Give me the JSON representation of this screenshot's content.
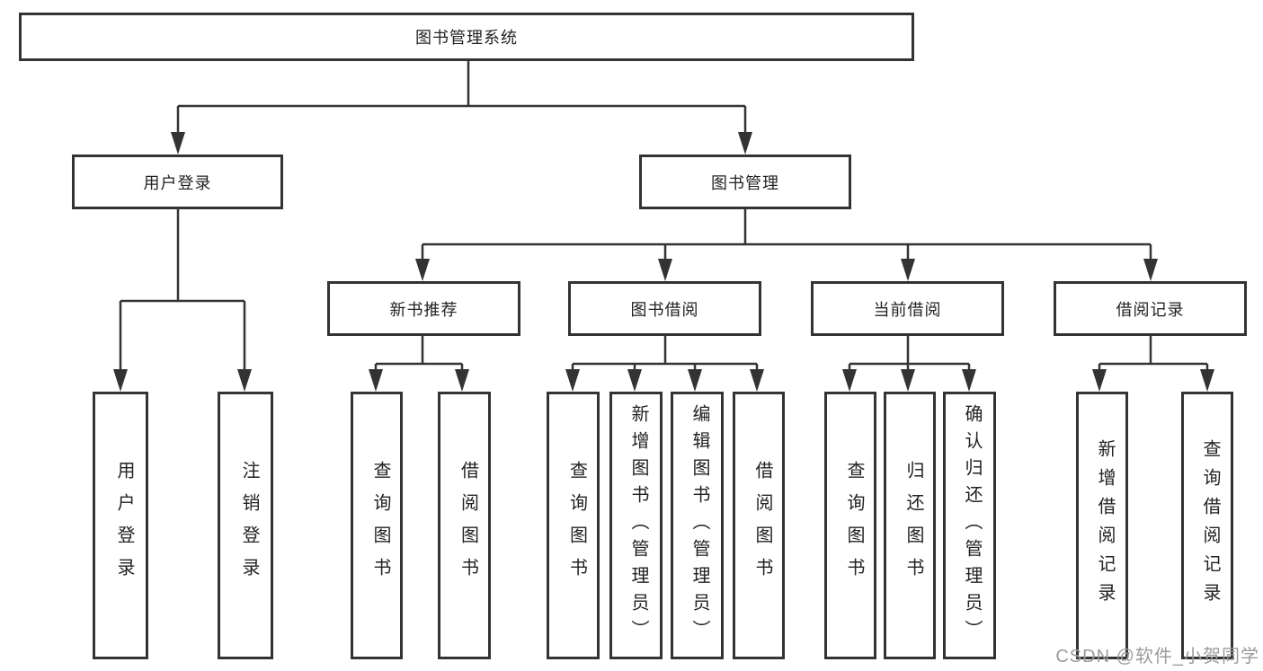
{
  "diagram": {
    "title": "图书管理系统",
    "level2": {
      "user_login": "用户登录",
      "book_management": "图书管理"
    },
    "level3": {
      "new_book_recommend": "新书推荐",
      "book_borrow": "图书借阅",
      "current_borrow": "当前借阅",
      "borrow_record": "借阅记录"
    },
    "leaves": {
      "user_login": "用户登录",
      "logout": "注销登录",
      "newbook_query": "查询图书",
      "newbook_borrow": "借阅图书",
      "borrow_query": "查询图书",
      "borrow_add": "新增图书（管理员）",
      "borrow_edit": "编辑图书（管理员）",
      "borrow_lend": "借阅图书",
      "current_query": "查询图书",
      "current_return": "归还图书",
      "current_confirm": "确认归还（管理员）",
      "record_add": "新增借阅记录",
      "record_query": "查询借阅记录"
    },
    "colors": {
      "line": "#333333",
      "text": "#222222",
      "background": "#ffffff",
      "watermark": "#9b9b9b"
    }
  },
  "watermark": "CSDN @软件_小贺同学"
}
